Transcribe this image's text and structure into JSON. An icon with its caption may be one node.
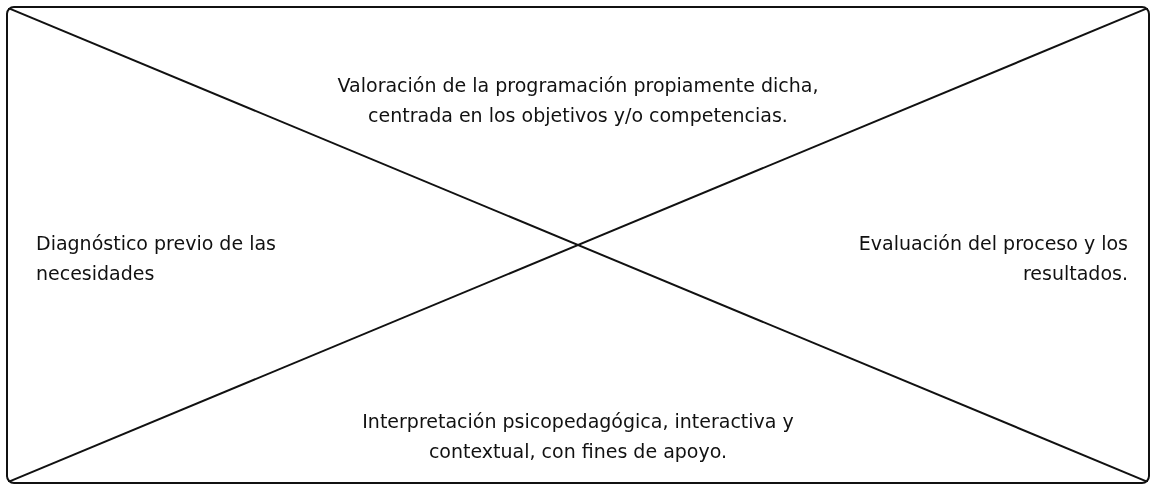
{
  "diagram": {
    "nodes": [
      {
        "text": [
          "Valoración de la programación propiamente dicha, centrada en los objetivos y/o competencias.",
          "Diagnóstico previo de las necesidades",
          "Evaluación del proceso y los resultados.",
          "Interpretación psicopedagógica, interactiva y contextual, con fines de apoyo."
        ]
      }
    ],
    "edges": []
  }
}
